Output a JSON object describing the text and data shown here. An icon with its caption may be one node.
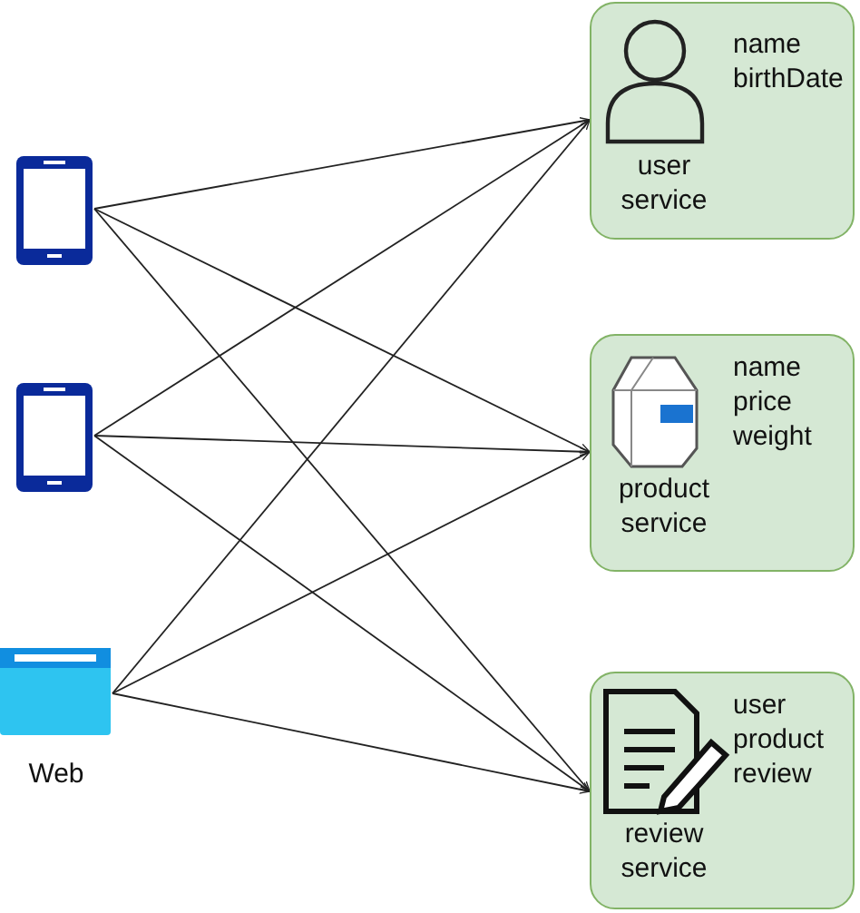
{
  "diagram": {
    "nodes": [
      {
        "text": [],
        "shape": "picture"
      },
      {
        "text": [],
        "shape": "picture"
      },
      {
        "text": [
          "Web"
        ]
      },
      {
        "text": [
          "name birthDate",
          "user service"
        ]
      },
      {
        "text": [
          "name price weight",
          "product service"
        ]
      },
      {
        "text": [
          "user product review",
          "review service"
        ]
      }
    ],
    "edges": [
      {
        "from": 0,
        "to": 3,
        "arrow": "to"
      },
      {
        "from": 0,
        "to": 4,
        "arrow": "to"
      },
      {
        "from": 0,
        "to": 5,
        "arrow": "to"
      },
      {
        "from": 1,
        "to": 3,
        "arrow": "to"
      },
      {
        "from": 1,
        "to": 4,
        "arrow": "to"
      },
      {
        "from": 1,
        "to": 5,
        "arrow": "to"
      },
      {
        "from": 2,
        "to": 3,
        "arrow": "to"
      },
      {
        "from": 2,
        "to": 4,
        "arrow": "to"
      },
      {
        "from": 2,
        "to": 5,
        "arrow": "to"
      }
    ]
  }
}
